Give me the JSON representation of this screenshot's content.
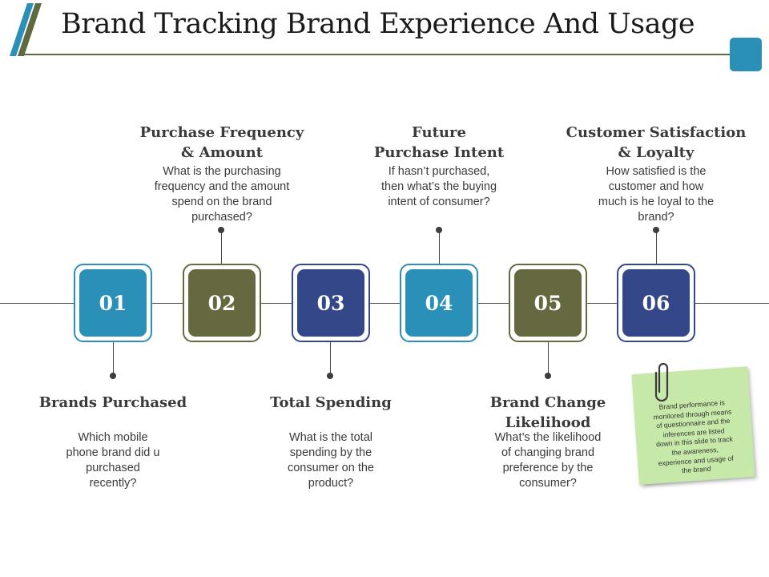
{
  "title": "Brand Tracking Brand Experience And Usage",
  "colors": {
    "teal": "#2a90b8",
    "olive": "#66693f",
    "navy": "#334789",
    "rule": "#5e6a3f"
  },
  "steps": [
    {
      "num": "01",
      "color": "teal",
      "position": "bottom",
      "heading_lines": [
        "Brands Purchased",
        ""
      ],
      "desc_lines": [
        "Which mobile",
        "phone brand did u",
        "purchased",
        "recently?"
      ]
    },
    {
      "num": "02",
      "color": "olive",
      "position": "top",
      "heading_lines": [
        "Purchase Frequency",
        "& Amount"
      ],
      "desc_lines": [
        "What is the purchasing",
        "frequency and the amount",
        "spend on the brand",
        "purchased?"
      ]
    },
    {
      "num": "03",
      "color": "navy",
      "position": "bottom",
      "heading_lines": [
        "Total Spending",
        ""
      ],
      "desc_lines": [
        "What is the total",
        "spending by the",
        "consumer on the",
        "product?"
      ]
    },
    {
      "num": "04",
      "color": "teal",
      "position": "top",
      "heading_lines": [
        "Future",
        "Purchase Intent"
      ],
      "desc_lines": [
        "If hasn’t purchased,",
        "then what’s the buying",
        "intent of consumer?",
        ""
      ]
    },
    {
      "num": "05",
      "color": "olive",
      "position": "bottom",
      "heading_lines": [
        "Brand Change",
        "Likelihood"
      ],
      "desc_lines": [
        "What’s the likelihood",
        "of changing brand",
        "preference by the",
        "consumer?"
      ]
    },
    {
      "num": "06",
      "color": "navy",
      "position": "top",
      "heading_lines": [
        "Customer Satisfaction",
        "& Loyalty"
      ],
      "desc_lines": [
        "How satisfied is the",
        "customer and how",
        "much is he loyal to the",
        "brand?"
      ]
    }
  ],
  "note": {
    "lines": [
      "Brand performance is",
      "monitored through means",
      "of questionnaire and the",
      "inferences are listed",
      "down in this slide to track",
      "the awareness,",
      "experience and usage of",
      "the brand"
    ],
    "icon": "paperclip-icon"
  }
}
